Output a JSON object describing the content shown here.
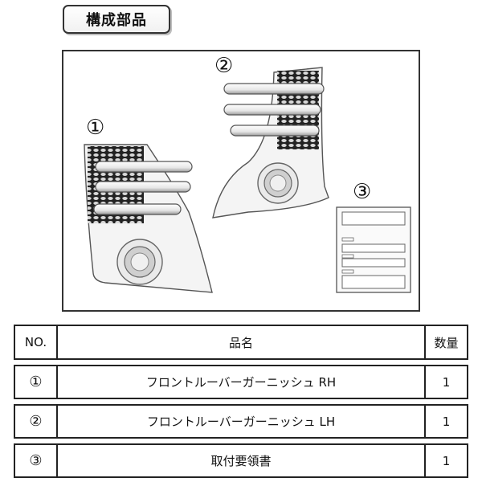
{
  "section_title": "構成部品",
  "figure": {
    "callouts": [
      "①",
      "②",
      "③"
    ]
  },
  "table": {
    "headers": {
      "no": "NO.",
      "name": "品名",
      "qty": "数量"
    },
    "rows": [
      {
        "no": "①",
        "name": "フロントルーバーガーニッシュ RH",
        "qty": "1"
      },
      {
        "no": "②",
        "name": "フロントルーバーガーニッシュ LH",
        "qty": "1"
      },
      {
        "no": "③",
        "name": "取付要領書",
        "qty": "1"
      }
    ]
  }
}
